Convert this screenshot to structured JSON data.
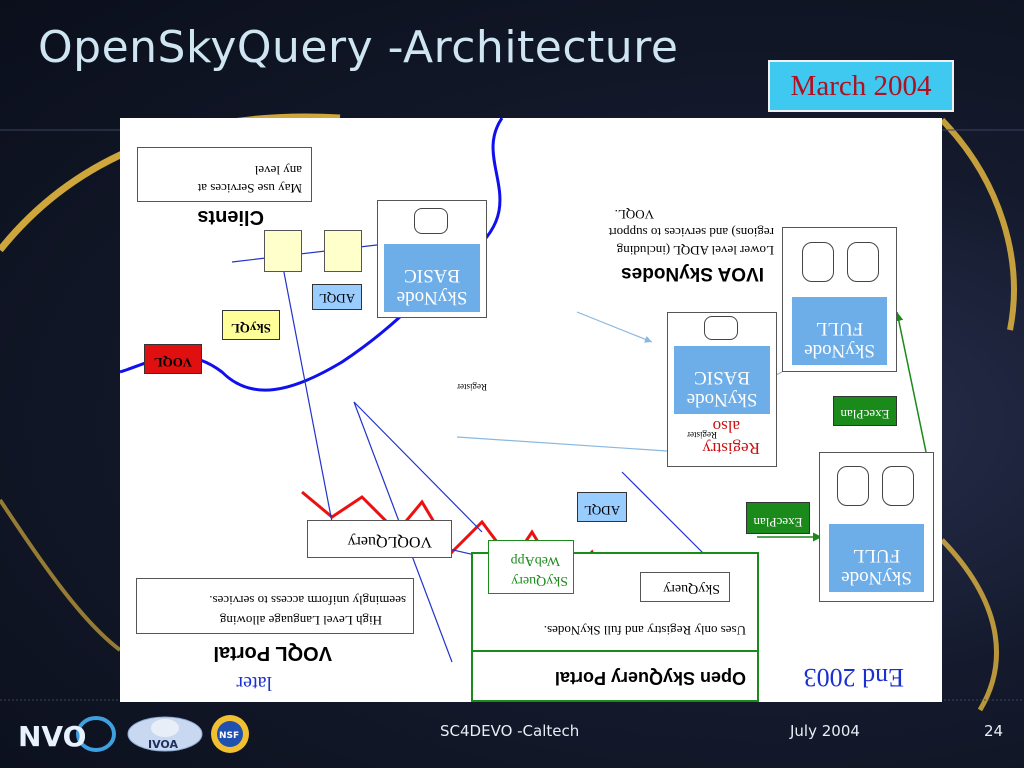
{
  "slide": {
    "title": "OpenSkyQuery -Architecture",
    "badge": "March 2004",
    "footer_center": "SC4DEVO -Caltech",
    "footer_date": "July 2004",
    "page_number": "24",
    "logo_nvo": "NVO",
    "logo_ivoa": "IVOA",
    "logo_nsf": "NSF"
  },
  "diagram": {
    "clients_title": "Clients",
    "clients_desc_1": "May use Services at",
    "clients_desc_2": "any level",
    "skynodes_title": "IVOA SkyNodes",
    "skynodes_desc_1": "Lower level ADQL (including",
    "skynodes_desc_2": "regions) and services to support",
    "skynodes_desc_3": "VOQL.",
    "skynode_basic_1": "SkyNode",
    "skynode_basic_2": "BASIC",
    "registry_node_1": "SkyNode",
    "registry_node_2": "BASIC",
    "registry_also": "also",
    "registry_label": "Registry",
    "skynode_full_top_1": "SkyNode",
    "skynode_full_top_2": "FULL",
    "skynode_full_bottom_1": "SkyNode",
    "skynode_full_bottom_2": "FULL",
    "tag_adql_top": "ADQL",
    "tag_adql_mid": "ADQL",
    "tag_voql": "VOQL",
    "tag_skyql": "SkyQL",
    "tag_execplan_1": "ExecPlan",
    "tag_execplan_2": "ExecPlan",
    "register_1": "Register",
    "register_2": "Register",
    "voql_query": "VOQLQuery",
    "voql_desc_1": "High Level Language allowing",
    "voql_desc_2": "seemingly uniform access to services.",
    "voql_portal_title": "VOQL Portal",
    "later_label": "later",
    "skyquery_label": "SkyQuery",
    "webapp_1": "SkyQuery",
    "webapp_2": "WebApp",
    "portal_desc": "Uses only Registry and full SkyNodes.",
    "portal_title": "Open SkyQuery Portal",
    "end_label": "End 2003"
  },
  "colors": {
    "background": "#141a2c",
    "title": "#cfe6f2",
    "badge_bg": "#3fc8f0",
    "badge_text": "#b01020",
    "node_fill": "#6eaee8",
    "voql_tag": "#e01010",
    "skyql_tag": "#ffff99",
    "adql_tag": "#99ccff",
    "execplan_tag": "#1a8a1a",
    "registry_red": "#cc1010",
    "arrow_blue": "#2233cc",
    "arrow_green": "#1a8a1a",
    "divider_blue": "#1010ee",
    "divider_red": "#ee1010",
    "end_blue": "#1a30d0"
  }
}
